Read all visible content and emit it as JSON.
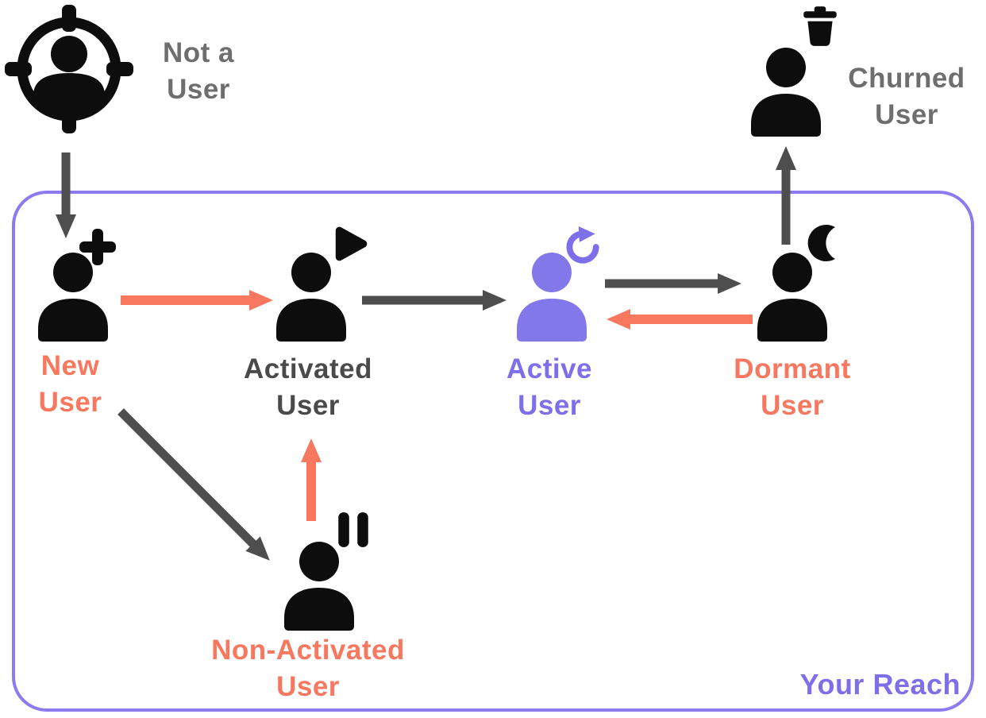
{
  "diagram_type": "user-lifecycle-flow",
  "container": {
    "label": "Your Reach"
  },
  "colors": {
    "coral": "#F8775F",
    "purple": "#7D6FE9",
    "dark_arrow": "#4E4E4E",
    "gray_text": "#6E6E6E",
    "dark_text": "#4A4A4A",
    "icon_black": "#0D0D0D",
    "border_purple": "#8B7BEF"
  },
  "nodes": {
    "not_a_user": {
      "label": "Not a\nUser",
      "icon": "target-person-icon",
      "color": "gray"
    },
    "new_user": {
      "label": "New\nUser",
      "icon": "person-plus-icon",
      "color": "coral"
    },
    "activated_user": {
      "label": "Activated\nUser",
      "icon": "person-play-icon",
      "color": "dark"
    },
    "active_user": {
      "label": "Active\nUser",
      "icon": "person-refresh-icon",
      "color": "purple"
    },
    "dormant_user": {
      "label": "Dormant\nUser",
      "icon": "person-moon-icon",
      "color": "coral"
    },
    "churned_user": {
      "label": "Churned\nUser",
      "icon": "person-trash-icon",
      "color": "gray"
    },
    "non_activated_user": {
      "label": "Non-Activated\nUser",
      "icon": "person-pause-icon",
      "color": "coral"
    }
  },
  "edges": [
    {
      "from": "not_a_user",
      "to": "new_user",
      "color": "dark"
    },
    {
      "from": "new_user",
      "to": "activated_user",
      "color": "coral"
    },
    {
      "from": "activated_user",
      "to": "active_user",
      "color": "dark"
    },
    {
      "from": "active_user",
      "to": "dormant_user",
      "color": "dark"
    },
    {
      "from": "dormant_user",
      "to": "active_user",
      "color": "coral"
    },
    {
      "from": "dormant_user",
      "to": "churned_user",
      "color": "dark"
    },
    {
      "from": "new_user",
      "to": "non_activated_user",
      "color": "dark"
    },
    {
      "from": "non_activated_user",
      "to": "activated_user",
      "color": "coral"
    }
  ]
}
